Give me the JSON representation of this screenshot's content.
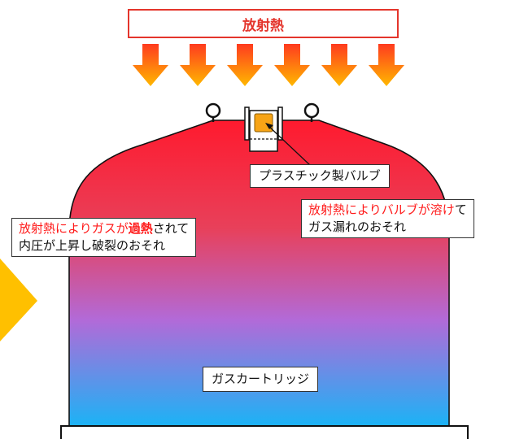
{
  "heat_banner": {
    "text": "放射熱"
  },
  "valve_label": {
    "text": "プラスチック製バルブ"
  },
  "risk_valve": {
    "line1_red": "放射熱によりバルブが溶け",
    "line1_black": "て",
    "line2": "ガス漏れのおそれ"
  },
  "risk_gas": {
    "line1_red_a": "放射熱によりガスが",
    "line1_red_b": "過熱",
    "line1_black": "されて",
    "line2": "内圧が上昇し破裂のおそれ"
  },
  "cartridge_label": {
    "text": "ガスカートリッジ"
  },
  "colors": {
    "heat_red": "#e4352c",
    "arrow_top": "#ff3b1f",
    "arrow_bottom": "#ffb800",
    "body_top": "#ff1a2e",
    "body_mid": "#b26ad8",
    "body_bottom": "#19b4f6",
    "valve_orange": "#f7a416",
    "side_arrow": "#ffc000",
    "warning_text": "#ff1a1a"
  },
  "icons": [
    "heat-arrow-icon",
    "lifting-ring-icon",
    "valve-icon",
    "pointer-arrow-icon",
    "side-chevron-icon"
  ]
}
